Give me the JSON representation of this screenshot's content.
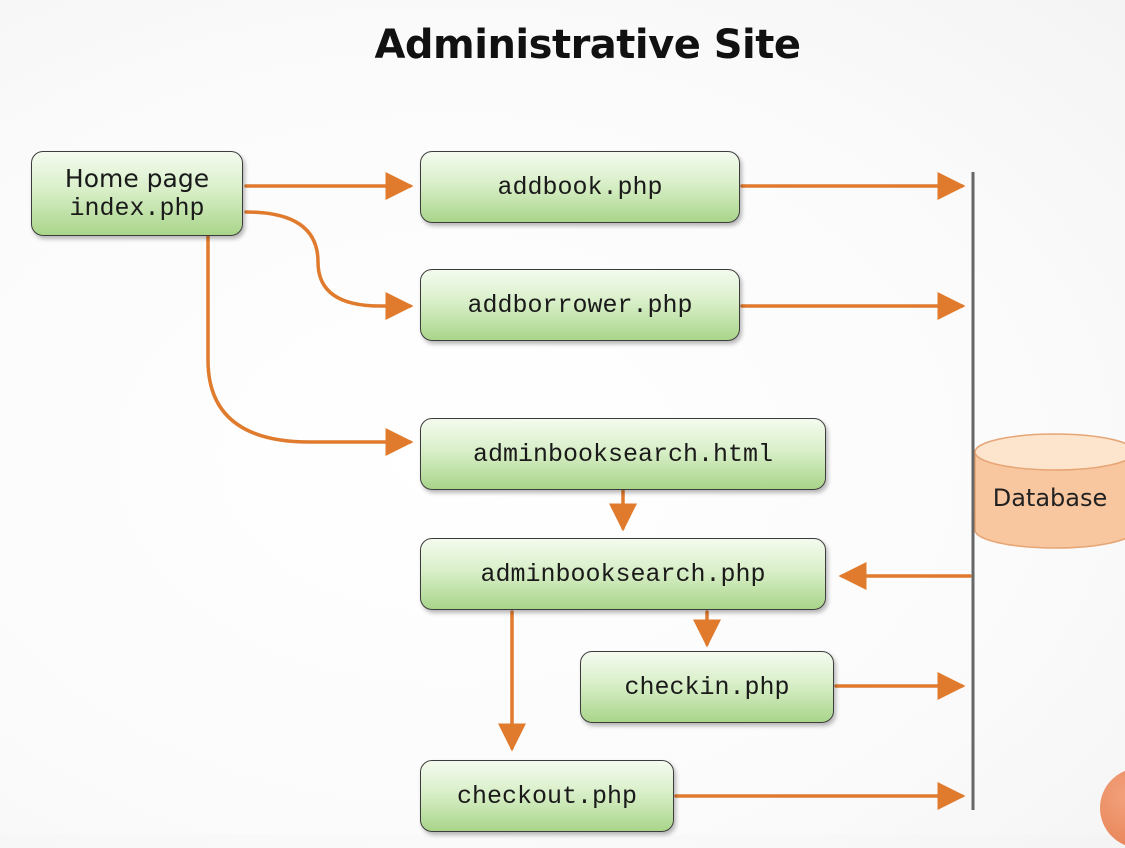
{
  "title": "Administrative Site",
  "nodes": {
    "home_title": "Home page",
    "home_file": "index.php",
    "addbook": "addbook.php",
    "addborrower": "addborrower.php",
    "adminbooksearch_html": "adminbooksearch.html",
    "adminbooksearch_php": "adminbooksearch.php",
    "checkin": "checkin.php",
    "checkout": "checkout.php"
  },
  "database_label": "Database",
  "colors": {
    "arrow": "#e07b2e",
    "node_top": "#f4fbef",
    "node_bottom": "#a9d58a",
    "database_fill": "#f9c79f",
    "database_top": "#fde4cd",
    "bus_line": "#666666"
  }
}
